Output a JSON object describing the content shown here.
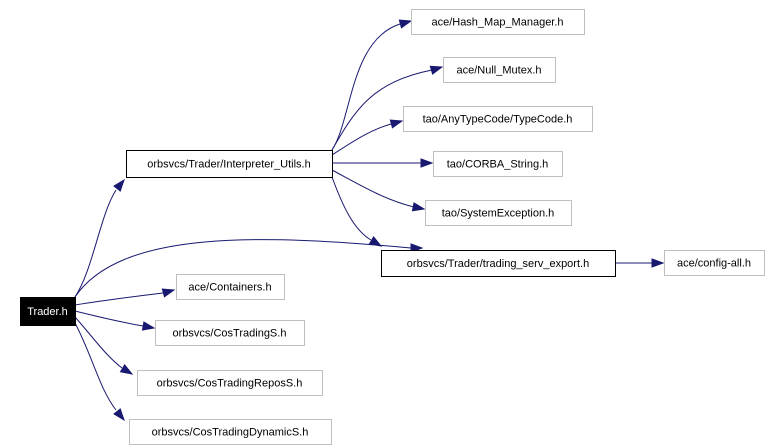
{
  "diagram": {
    "root": "trader",
    "nodes": [
      {
        "id": "trader",
        "label": "Trader.h",
        "style": "root"
      },
      {
        "id": "interp",
        "label": "orbsvcs/Trader/Interpreter_Utils.h",
        "style": "dark"
      },
      {
        "id": "hashmap",
        "label": "ace/Hash_Map_Manager.h",
        "style": "light"
      },
      {
        "id": "nullmutex",
        "label": "ace/Null_Mutex.h",
        "style": "light"
      },
      {
        "id": "typecode",
        "label": "tao/AnyTypeCode/TypeCode.h",
        "style": "light"
      },
      {
        "id": "corbastring",
        "label": "tao/CORBA_String.h",
        "style": "light"
      },
      {
        "id": "sysexc",
        "label": "tao/SystemException.h",
        "style": "light"
      },
      {
        "id": "tradexport",
        "label": "orbsvcs/Trader/trading_serv_export.h",
        "style": "dark"
      },
      {
        "id": "configall",
        "label": "ace/config-all.h",
        "style": "light"
      },
      {
        "id": "containers",
        "label": "ace/Containers.h",
        "style": "light"
      },
      {
        "id": "costrading",
        "label": "orbsvcs/CosTradingS.h",
        "style": "light"
      },
      {
        "id": "costradingrepos",
        "label": "orbsvcs/CosTradingReposS.h",
        "style": "light"
      },
      {
        "id": "costradingdyn",
        "label": "orbsvcs/CosTradingDynamicS.h",
        "style": "light"
      }
    ],
    "edges": [
      {
        "from": "trader",
        "to": "interp"
      },
      {
        "from": "trader",
        "to": "tradexport"
      },
      {
        "from": "trader",
        "to": "containers"
      },
      {
        "from": "trader",
        "to": "costrading"
      },
      {
        "from": "trader",
        "to": "costradingrepos"
      },
      {
        "from": "trader",
        "to": "costradingdyn"
      },
      {
        "from": "interp",
        "to": "hashmap"
      },
      {
        "from": "interp",
        "to": "nullmutex"
      },
      {
        "from": "interp",
        "to": "typecode"
      },
      {
        "from": "interp",
        "to": "corbastring"
      },
      {
        "from": "interp",
        "to": "sysexc"
      },
      {
        "from": "interp",
        "to": "tradexport"
      },
      {
        "from": "tradexport",
        "to": "configall"
      }
    ],
    "colors": {
      "edge": "#191970",
      "root_fill": "#000000",
      "node_border": "#bfbfbf",
      "dark_border": "#000000"
    }
  }
}
